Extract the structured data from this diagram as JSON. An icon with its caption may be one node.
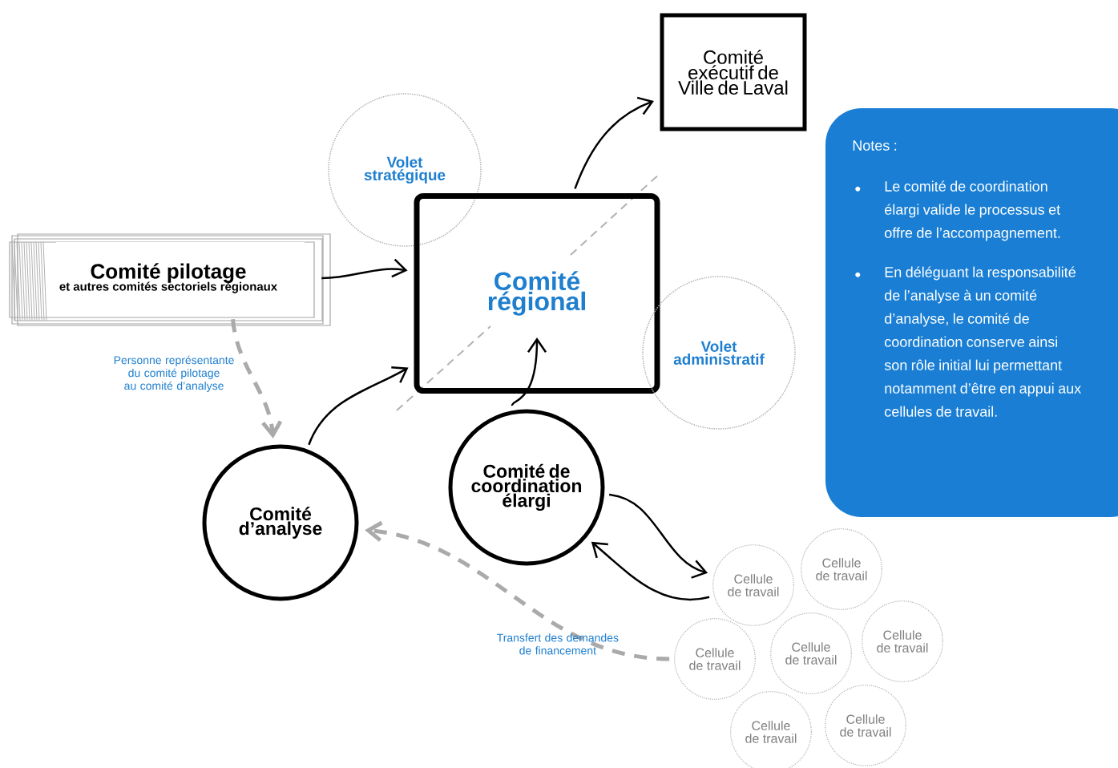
{
  "diagram": {
    "nodes": [
      {
        "text": [
          "Comité exécutif de Ville de Laval"
        ]
      },
      {
        "text": [
          "Volet stratégique"
        ]
      },
      {
        "text": [
          "Comité pilotage",
          "et autres comités sectoriels régionaux"
        ]
      },
      {
        "text": [
          "Comité régional"
        ]
      },
      {
        "text": [
          "Volet administratif"
        ]
      },
      {
        "text": [
          "Notes :",
          "Le comité de coordination élargi valide le processus et offre de l’accompagnement.",
          "En déléguant la responsabilité de l’analyse à un comité d’analyse, le comité de coordination conserve ainsi son rôle initial lui permettant notamment d’être en appui aux cellules de travail."
        ]
      },
      {
        "text": [
          "Comité d’analyse"
        ]
      },
      {
        "text": [
          "Comité de coordination élargi"
        ]
      },
      {
        "text": [
          "Cellule de travail"
        ]
      },
      {
        "text": [
          "Cellule de travail"
        ]
      },
      {
        "text": [
          "Cellule de travail"
        ]
      },
      {
        "text": [
          "Cellule de travail"
        ]
      },
      {
        "text": [
          "Cellule de travail"
        ]
      },
      {
        "text": [
          "Cellule de travail"
        ]
      },
      {
        "text": [
          "Cellule de travail"
        ]
      }
    ],
    "edges": [
      {
        "from": 3,
        "to": 0,
        "arrow": "to"
      },
      {
        "from": 2,
        "to": 3,
        "arrow": "to"
      },
      {
        "from": 6,
        "to": 3,
        "arrow": "to"
      },
      {
        "from": 7,
        "to": 3,
        "arrow": "to"
      },
      {
        "from": 7,
        "to": 8,
        "arrow": "to"
      },
      {
        "from": 8,
        "to": 7,
        "arrow": "to"
      },
      {
        "from": 2,
        "to": 6,
        "arrow": "to",
        "style": "dashed",
        "color": "#aaaaaa",
        "label": "Personne représentante du comité pilotage au comité d’analyse"
      },
      {
        "from": 10,
        "to": 6,
        "arrow": "to",
        "style": "dashed",
        "color": "#aaaaaa",
        "label": "Transfert des demandes de financement"
      }
    ]
  }
}
